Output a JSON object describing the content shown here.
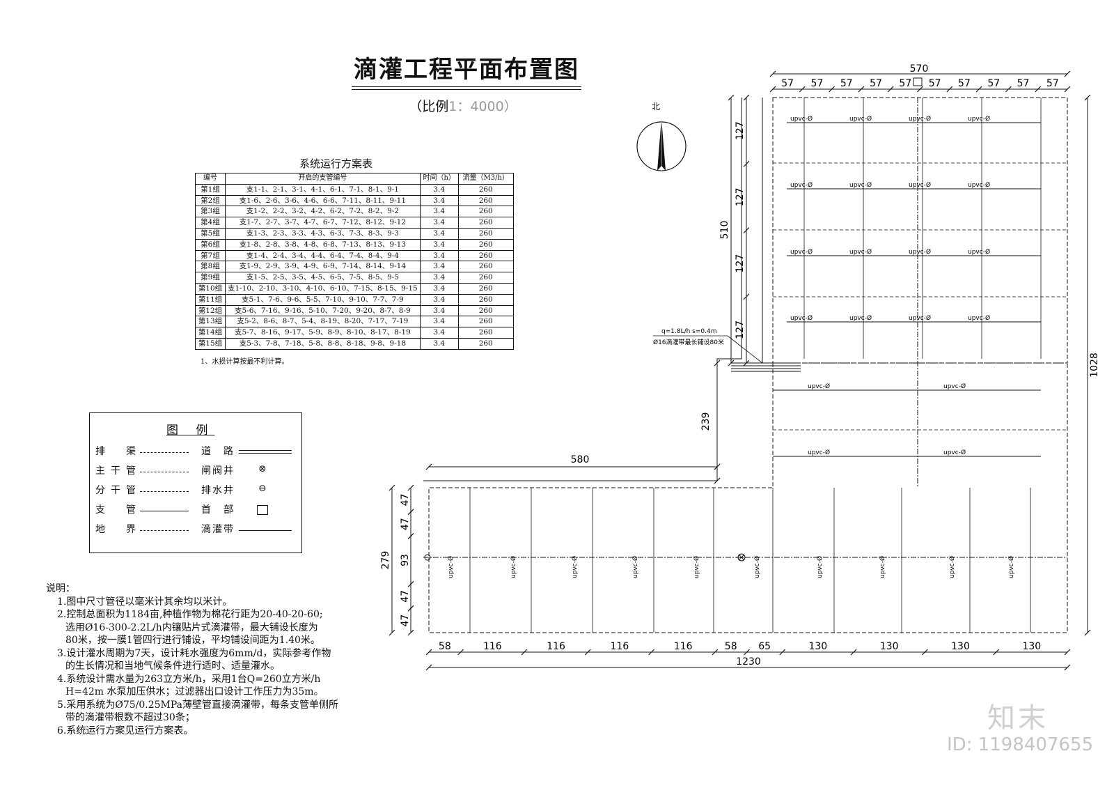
{
  "title": "滴灌工程平面布置图",
  "subtitle_prefix": "（比例",
  "subtitle_scale": "1：4000）",
  "table": {
    "title": "系统运行方案表",
    "headers": [
      "编号",
      "开启的支管编号",
      "时间（h）",
      "流量（M3/h）"
    ],
    "rows": [
      [
        "第1组",
        "支1-1、2-1、3-1、4-1、6-1、7-1、8-1、9-1",
        "3.4",
        "260"
      ],
      [
        "第2组",
        "支1-6、2-6、3-6、4-6、6-6、7-11、8-11、9-11",
        "3.4",
        "260"
      ],
      [
        "第3组",
        "支1-2、2-2、3-2、4-2、6-2、7-2、8-2、9-2",
        "3.4",
        "260"
      ],
      [
        "第4组",
        "支1-7、2-7、3-7、4-7、6-7、7-12、8-12、9-12",
        "3.4",
        "260"
      ],
      [
        "第5组",
        "支1-3、2-3、3-3、4-3、6-3、7-3、8-3、9-3",
        "3.4",
        "260"
      ],
      [
        "第6组",
        "支1-8、2-8、3-8、4-8、6-8、7-13、8-13、9-13",
        "3.4",
        "260"
      ],
      [
        "第7组",
        "支1-4、2-4、3-4、4-4、6-4、7-4、8-4、9-4",
        "3.4",
        "260"
      ],
      [
        "第8组",
        "支1-9、2-9、3-9、4-9、6-9、7-14、8-14、9-14",
        "3.4",
        "260"
      ],
      [
        "第9组",
        "支1-5、2-5、3-5、4-5、6-5、7-5、8-5、9-5",
        "3.4",
        "260"
      ],
      [
        "第10组",
        "支1-10、2-10、3-10、4-10、6-10、7-15、8-15、9-15",
        "3.4",
        "260"
      ],
      [
        "第11组",
        "支5-1、7-6、9-6、5-5、7-10、9-10、7-7、7-9",
        "3.4",
        "260"
      ],
      [
        "第12组",
        "支5-6、7-16、9-16、5-10、7-20、9-20、8-7、8-9",
        "3.4",
        "260"
      ],
      [
        "第13组",
        "支5-2、8-6、8-7、5-4、8-19、8-20、7-17、7-19",
        "3.4",
        "260"
      ],
      [
        "第14组",
        "支5-7、8-16、9-17、5-9、8-9、8-10、8-17、8-19",
        "3.4",
        "260"
      ],
      [
        "第15组",
        "支5-3、7-8、7-18、5-8、8-8、8-18、9-8、9-18",
        "3.4",
        "260"
      ]
    ],
    "note": "1、水损计算按最不利计算。"
  },
  "legend": {
    "title": "图 例",
    "items": [
      {
        "left": "排渠",
        "right": "道路",
        "right_sym": "double"
      },
      {
        "left": "主干管",
        "right": "闸阀井",
        "right_sym": "⊗"
      },
      {
        "left": "分干管",
        "right": "排水井",
        "right_sym": "⊖"
      },
      {
        "left": "支管",
        "right": "首部",
        "right_sym": "box"
      },
      {
        "left": "地界",
        "right": "滴灌带",
        "right_sym": "line"
      }
    ]
  },
  "notes": {
    "heading": "说明：",
    "lines": [
      "1.图中尺寸管径以毫米计其余均以米计。",
      "2.控制总面积为1184亩,种植作物为棉花行距为20-40-20-60;",
      "选用Ø16-300-2.2L/h内镶贴片式滴灌带，最大铺设长度为",
      "80米，按一膜1管四行进行铺设，平均铺设间距为1.40米。",
      "3.设计灌水周期为7天，设计耗水强度为6mm/d，实际参考作物",
      "的生长情况和当地气候条件进行适时、适量灌水。",
      "4.系统设计需水量为263立方米/h，采用1台Q=260立方米/h",
      "H=42m 水泵加压供水；过滤器出口设计工作压力为35m。",
      "5.采用系统为Ø75/0.25MPa薄壁管直接滴灌带，每条支管单侧所",
      "带的滴灌带根数不超过30条；",
      "6.系统运行方案见运行方案表。"
    ]
  },
  "north": "北",
  "dimensions": {
    "top_total": "570",
    "top_segments": [
      "57",
      "57",
      "57",
      "57",
      "57",
      "57",
      "57",
      "57",
      "57",
      "57"
    ],
    "left_total_upper": "510",
    "left_segments_upper": [
      "127",
      "127",
      "127",
      "127"
    ],
    "middle_vertical": "239",
    "middle_horizontal": "580",
    "left_total_lower": "279",
    "left_segments_lower": [
      "47",
      "47",
      "93",
      "47",
      "47"
    ],
    "right_total": "1028",
    "bottom_segments": [
      "58",
      "116",
      "116",
      "116",
      "116",
      "58",
      "65",
      "130",
      "130",
      "130",
      "130"
    ],
    "bottom_total": "1230"
  },
  "annotation_q": "q=1.8L/h s=0.4m",
  "annotation_tape": "Ø16滴灌带最长铺设80米",
  "pipe_label": "upvc-Ø",
  "watermark": {
    "brand": "知末",
    "id": "ID: 1198407655"
  }
}
